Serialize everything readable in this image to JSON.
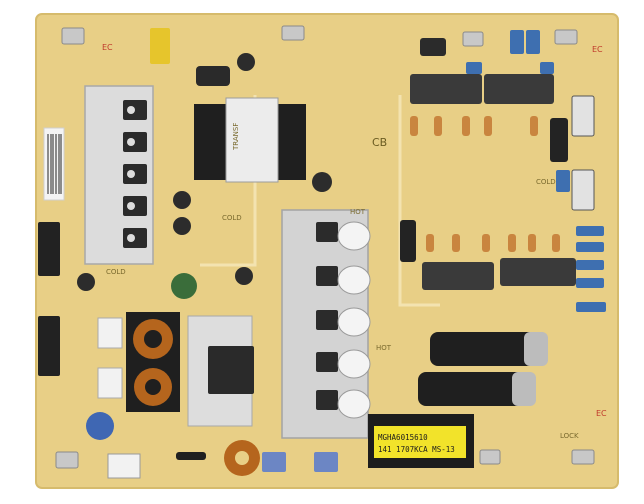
{
  "photo": {
    "board_colors": {
      "pcb": "#e8cf86",
      "pcb_edge": "#d6bb6c",
      "heatsink": "#d9d9d9",
      "relay": "#3a3a3a",
      "cap_blue": "#3e6fb0",
      "coil_copper": "#b5651d",
      "label_yellow": "#f2e32a"
    },
    "transformer_text": "MGHA6015610\n141 1707KCA MS-13",
    "silk": {
      "cb": "CB",
      "cold_a": "COLD",
      "cold_b": "COLD",
      "cold_c": "COLD",
      "hot_a": "HOT",
      "hot_b": "HOT",
      "lock": "LOCK",
      "ec_a": "EC",
      "ec_b": "EC",
      "ec_c": "EC"
    }
  }
}
